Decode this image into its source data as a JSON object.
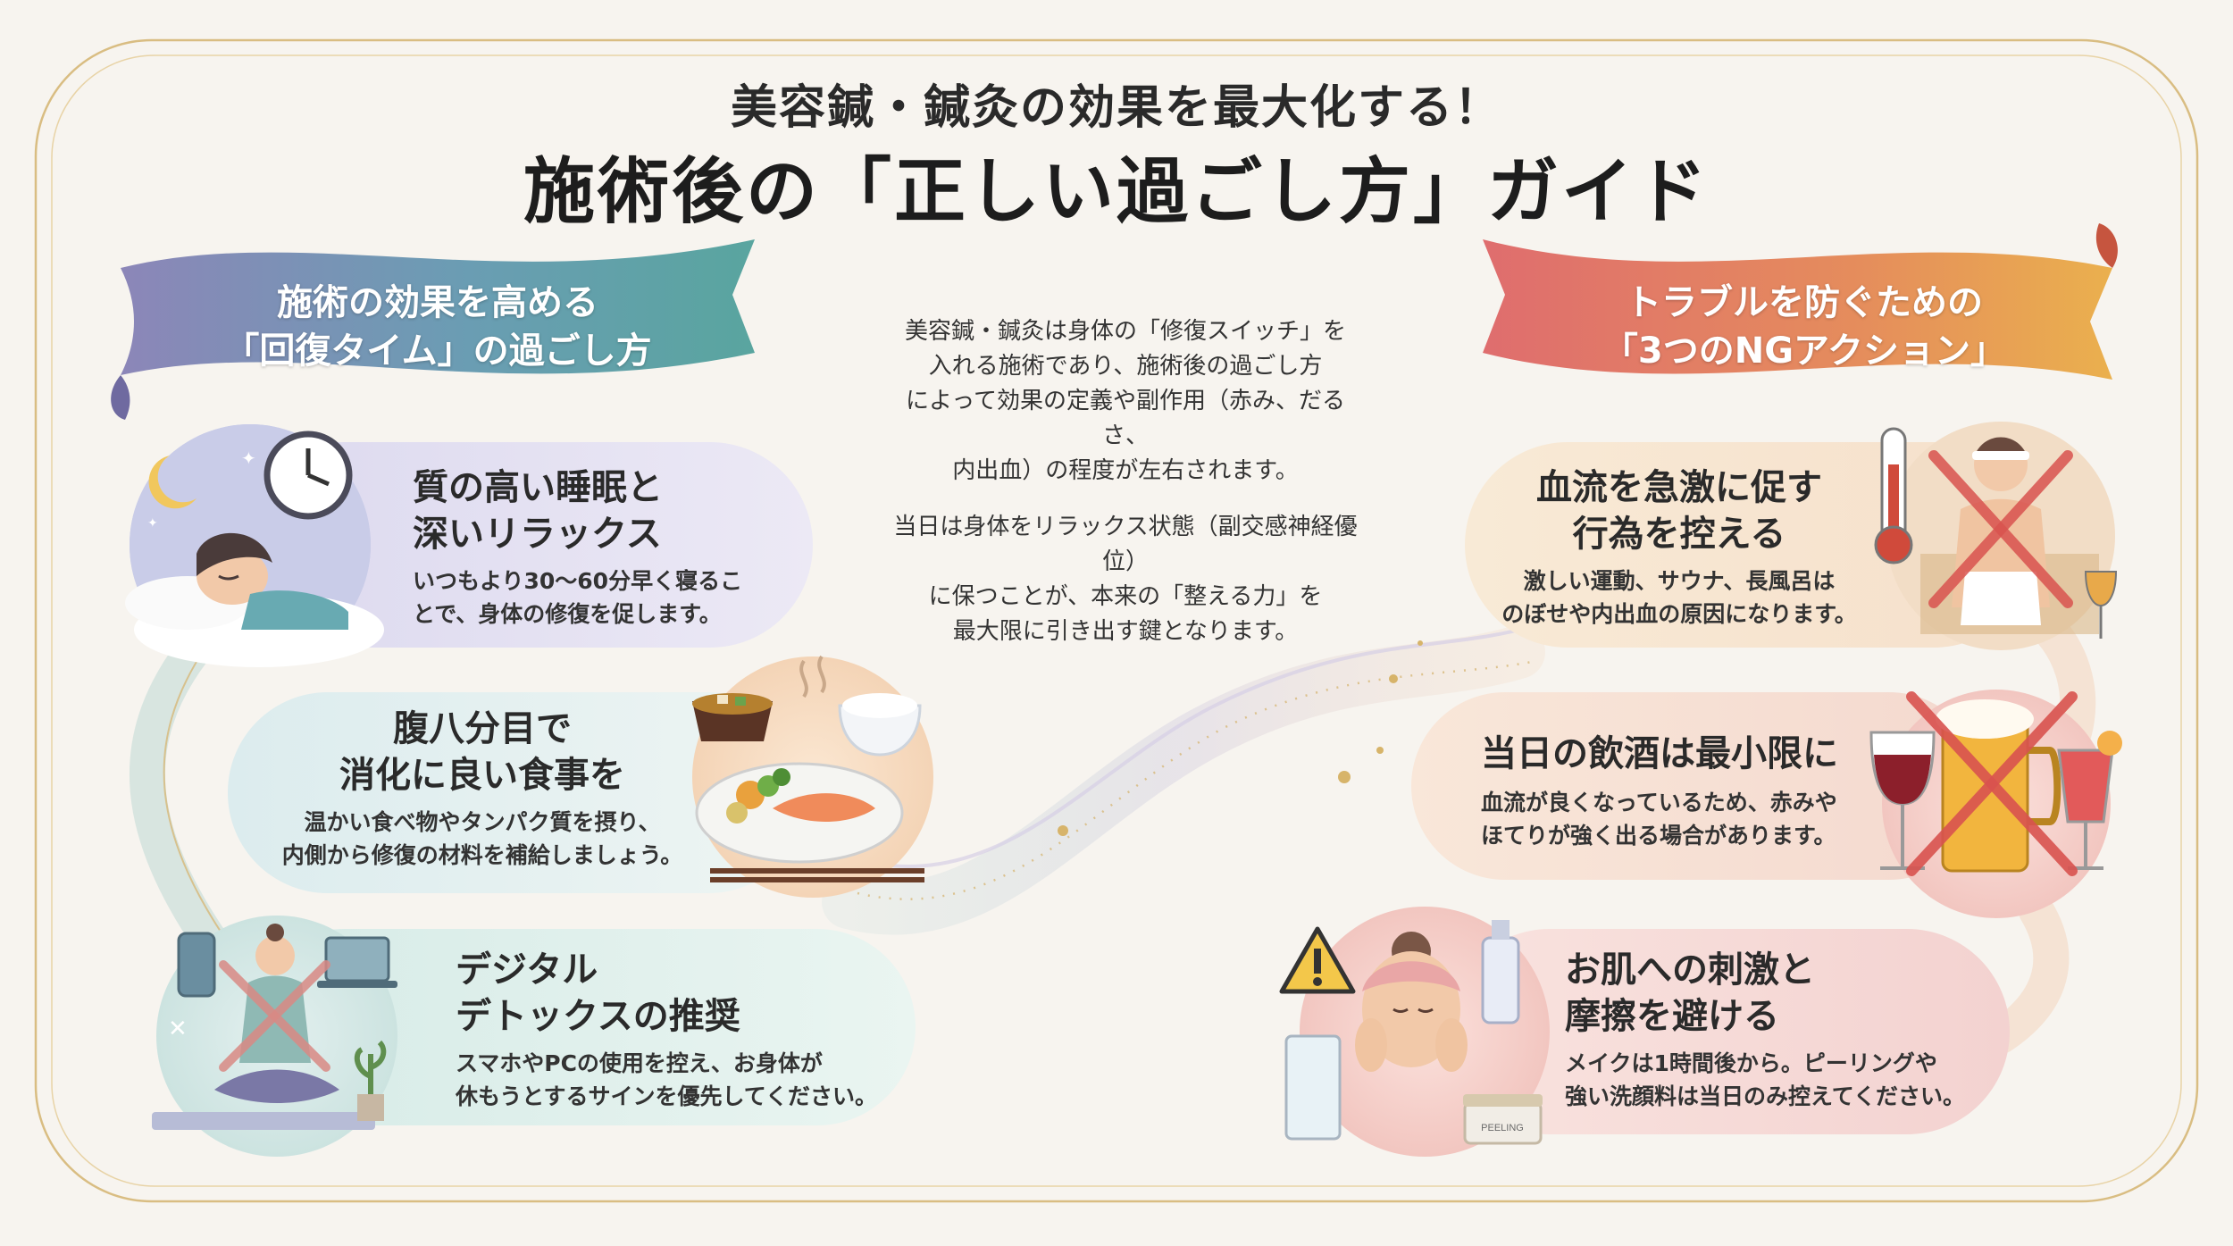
{
  "header": {
    "subtitle": "美容鍼・鍼灸の効果を最大化する！",
    "title": "施術後の「正しい過ごし方」ガイド"
  },
  "left_banner": {
    "line1": "施術の効果を高める",
    "line2": "「回復タイム」の過ごし方"
  },
  "right_banner": {
    "line1": "トラブルを防ぐための",
    "line2": "「3つのNGアクション」"
  },
  "intro": {
    "p1_l1": "美容鍼・鍼灸は身体の「修復スイッチ」を",
    "p1_l2": "入れる施術であり、施術後の過ごし方",
    "p1_l3": "によって効果の定義や副作用（赤み、だるさ、",
    "p1_l4": "内出血）の程度が左右されます。",
    "p2_l1": "当日は身体をリラックス状態（副交感神経優位）",
    "p2_l2": "に保つことが、本来の「整える力」を",
    "p2_l3": "最大限に引き出す鍵となります。"
  },
  "recovery": [
    {
      "title_l1": "質の高い睡眠と",
      "title_l2": "深いリラックス",
      "desc_l1": "いつもより30〜60分早く寝るこ",
      "desc_l2": "とで、身体の修復を促します。"
    },
    {
      "title_l1": "腹八分目で",
      "title_l2": "消化に良い食事を",
      "desc_l1": "温かい食べ物やタンパク質を摂り、",
      "desc_l2": "内側から修復の材料を補給しましょう。"
    },
    {
      "title_l1": "デジタル",
      "title_l2": "デトックスの推奨",
      "desc_l1": "スマホやPCの使用を控え、お身体が",
      "desc_l2": "休もうとするサインを優先してください。"
    }
  ],
  "ng": [
    {
      "title_l1": "血流を急激に促す",
      "title_l2": "行為を控える",
      "desc_l1": "激しい運動、サウナ、長風呂は",
      "desc_l2": "のぼせや内出血の原因になります。"
    },
    {
      "title_l1": "当日の飲酒は最小限に",
      "desc_l1": "血流が良くなっているため、赤みや",
      "desc_l2": "ほてりが強く出る場合があります。"
    },
    {
      "title_l1": "お肌への刺激と",
      "title_l2": "摩擦を避ける",
      "desc_l1": "メイクは1時間後から。ピーリングや",
      "desc_l2": "強い洗顔料は当日のみ控えてください。"
    }
  ],
  "cream_label": "PEELING",
  "colors": {
    "teal": "#5d9fa6",
    "purple": "#8c86b8",
    "coral": "#e0706a",
    "orange": "#e8a64f",
    "gold": "#d2b06a",
    "ng_red": "#d9534f"
  }
}
